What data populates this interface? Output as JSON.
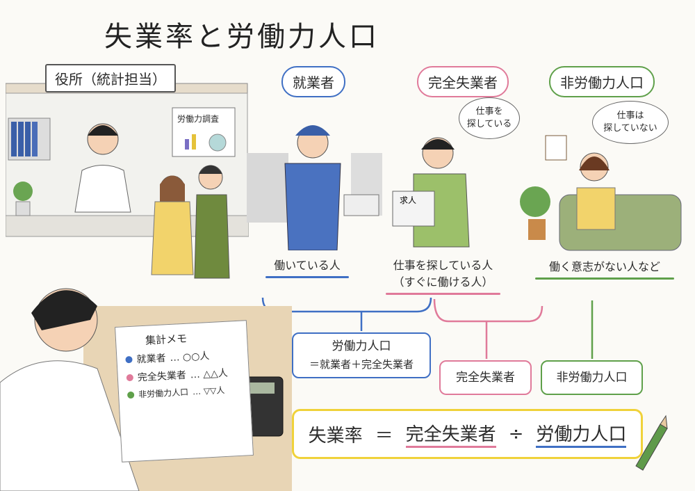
{
  "title": "失業率と労働力人口",
  "office": {
    "sign": "役所（統計担当）",
    "poster": "労働力調査"
  },
  "categories": [
    {
      "label": "就業者",
      "caption": [
        "働いている人"
      ],
      "color": "#3f6fc4"
    },
    {
      "label": "完全失業者",
      "caption": [
        "仕事を探している人",
        "（すぐに働ける人）"
      ],
      "color": "#e07a9a",
      "thought": [
        "仕事を",
        "探している"
      ],
      "newspaper": "求人"
    },
    {
      "label": "非労働力人口",
      "caption": [
        "働く意志がない人など"
      ],
      "color": "#5fa04a",
      "thought": [
        "仕事は",
        "探していない"
      ]
    }
  ],
  "boxes": {
    "labor_force": [
      "労働力人口",
      "＝就業者＋完全失業者"
    ],
    "unemployed": "完全失業者",
    "not_in_labor_force": "非労働力人口"
  },
  "formula": {
    "lhs": "失業率",
    "eq": "＝",
    "numerator": "完全失業者",
    "op": "÷",
    "denominator": "労働力人口",
    "border_color": "#f0d23a"
  },
  "memo": {
    "title": "集計メモ",
    "rows": [
      {
        "label": "就業者",
        "value": "… ○○人",
        "color": "#3f6fc4"
      },
      {
        "label": "完全失業者",
        "value": "… △△人",
        "color": "#e07a9a"
      },
      {
        "label": "非労働力人口",
        "value": "… ▽▽人",
        "color": "#5fa04a"
      }
    ]
  }
}
